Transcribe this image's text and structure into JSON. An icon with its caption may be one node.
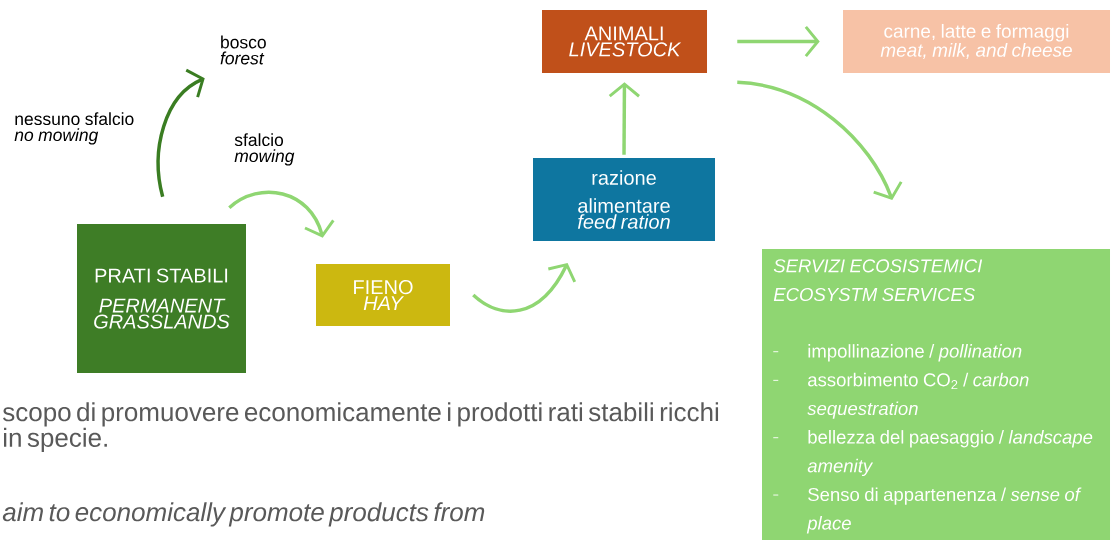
{
  "diagram": {
    "nodes": [
      {
        "text": [
          "PRATI STABILI",
          "PERMANENT GRASSLANDS"
        ]
      },
      {
        "text": [
          "bosco",
          "forest"
        ]
      },
      {
        "text": [
          "FIENO",
          "HAY"
        ]
      },
      {
        "text": [
          "razione alimentare",
          "feed ration"
        ]
      },
      {
        "text": [
          "ANIMALI",
          "LIVESTOCK"
        ]
      },
      {
        "text": [
          "carne, latte e formaggi",
          "meat, milk, and cheese"
        ]
      },
      {
        "text": [
          "SERVIZI ECOSISTEMICI",
          "ECOSYSTM SERVICES",
          "impollinazione / *pollination*",
          "assorbimento CO$_{2}$ / *carbon sequestration*",
          "bellezza del paesaggio / *landscape amenity*",
          "Senso di appartenenza / *sense of place*"
        ]
      }
    ],
    "edges": [
      {
        "from": 0,
        "to": 1,
        "arrow": "to",
        "label": "nessuno sfalcio *no mowing*",
        "color": "#3a7d22"
      },
      {
        "from": 0,
        "to": 2,
        "arrow": "to",
        "label": "sfalcio *mowing*"
      },
      {
        "from": 2,
        "to": 3,
        "arrow": "to"
      },
      {
        "from": 3,
        "to": 4,
        "arrow": "to"
      },
      {
        "from": 4,
        "to": 5,
        "arrow": "to"
      },
      {
        "from": 4,
        "to": 6,
        "arrow": "to"
      }
    ],
    "labels": [
      "scopo di promuovere economicamente i prodotti rati stabili ricchi in specie.",
      "aim to economically promote products from"
    ]
  }
}
